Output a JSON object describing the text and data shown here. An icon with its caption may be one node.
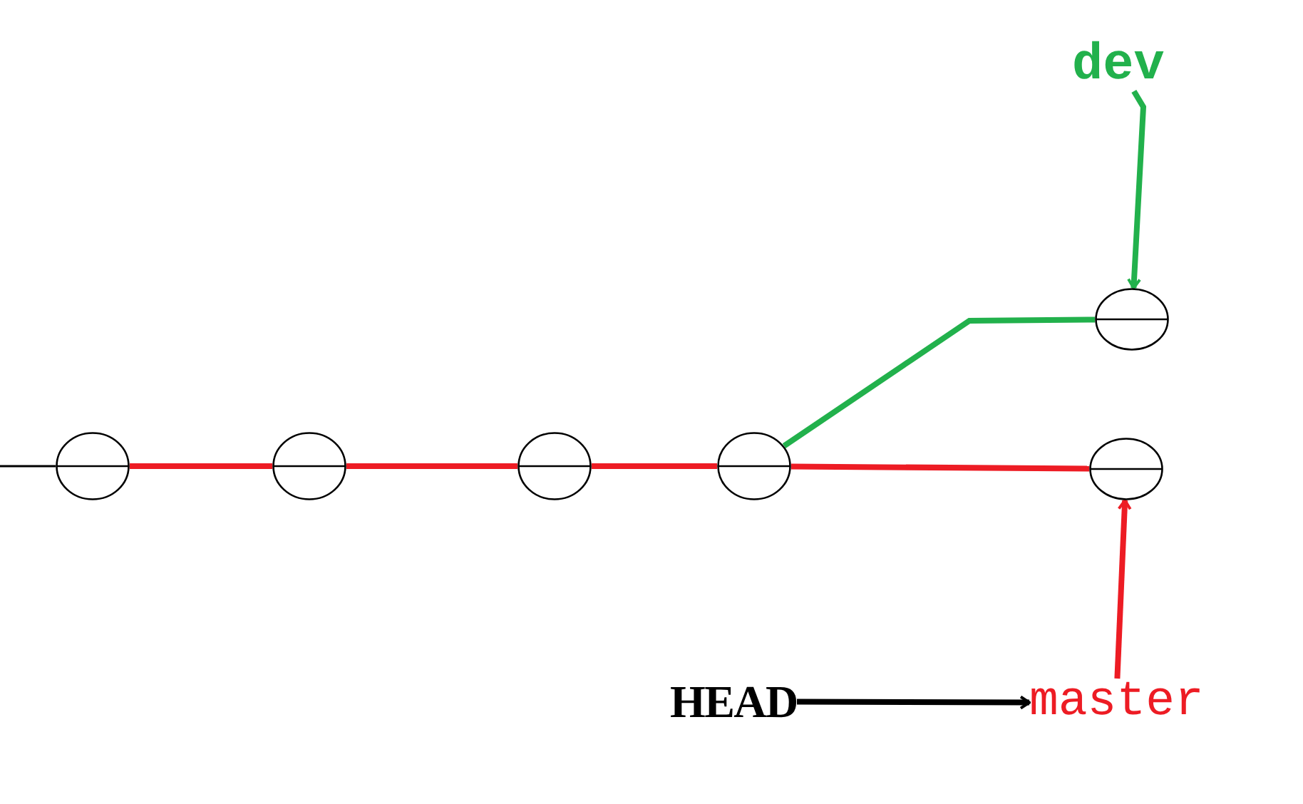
{
  "diagram": {
    "nodes": [
      {
        "text": [],
        "shape": "circle"
      },
      {
        "text": [],
        "shape": "circle"
      },
      {
        "text": [],
        "shape": "circle"
      },
      {
        "text": [],
        "shape": "circle"
      },
      {
        "text": [],
        "shape": "circle"
      },
      {
        "text": [],
        "shape": "circle"
      },
      {
        "text": [
          "dev"
        ]
      },
      {
        "text": [
          "HEAD"
        ]
      },
      {
        "text": [
          "master"
        ]
      }
    ],
    "edges": [
      {
        "from": null,
        "to": 0,
        "arrow": "none",
        "color": "#000000"
      },
      {
        "from": 0,
        "to": 1,
        "arrow": "none"
      },
      {
        "from": 1,
        "to": 2,
        "arrow": "none"
      },
      {
        "from": 2,
        "to": 3,
        "arrow": "none"
      },
      {
        "from": 3,
        "to": 4,
        "arrow": "none",
        "color": "#22b14c"
      },
      {
        "from": 3,
        "to": 5,
        "arrow": "none"
      },
      {
        "from": 6,
        "to": 4,
        "arrow": "to",
        "color": "#22b14c"
      },
      {
        "from": 7,
        "to": 8,
        "arrow": "to",
        "color": "#000000"
      },
      {
        "from": 8,
        "to": 5,
        "arrow": "to"
      }
    ]
  }
}
